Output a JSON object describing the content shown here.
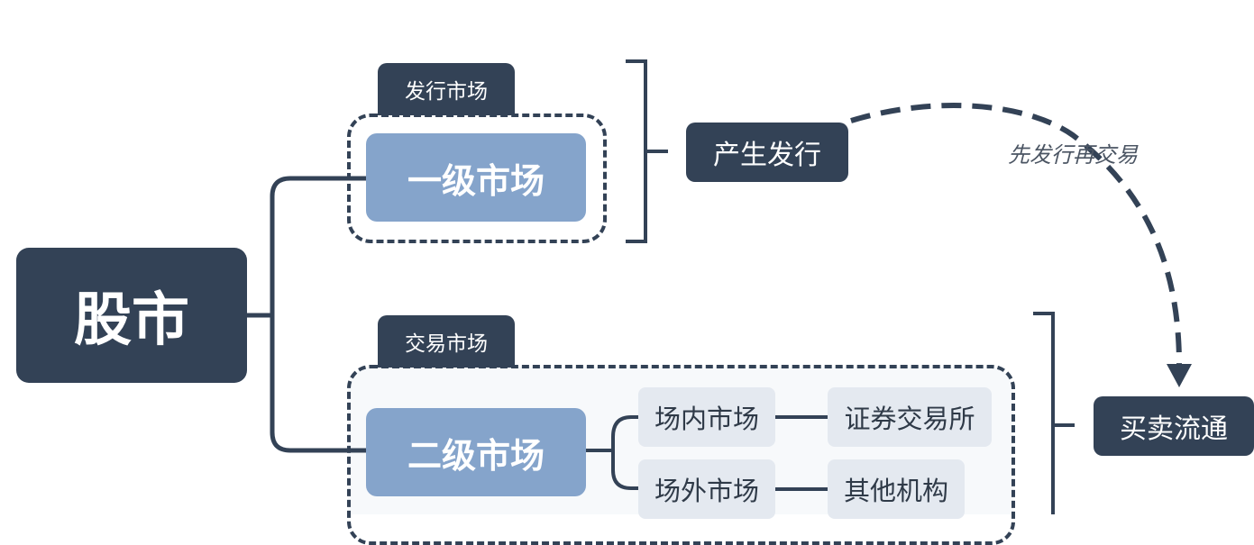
{
  "root": {
    "label": "股市"
  },
  "primary": {
    "tab": "发行市场",
    "title": "一级市场",
    "result": "产生发行"
  },
  "secondary": {
    "tab": "交易市场",
    "title": "二级市场",
    "result": "买卖流通",
    "branches": [
      {
        "venue": "场内市场",
        "example": "证券交易所"
      },
      {
        "venue": "场外市场",
        "example": "其他机构"
      }
    ]
  },
  "flow_note": "先发行再交易",
  "colors": {
    "dark": "#334256",
    "light_blue": "#85a4cb",
    "pale": "#e4e9f0"
  }
}
